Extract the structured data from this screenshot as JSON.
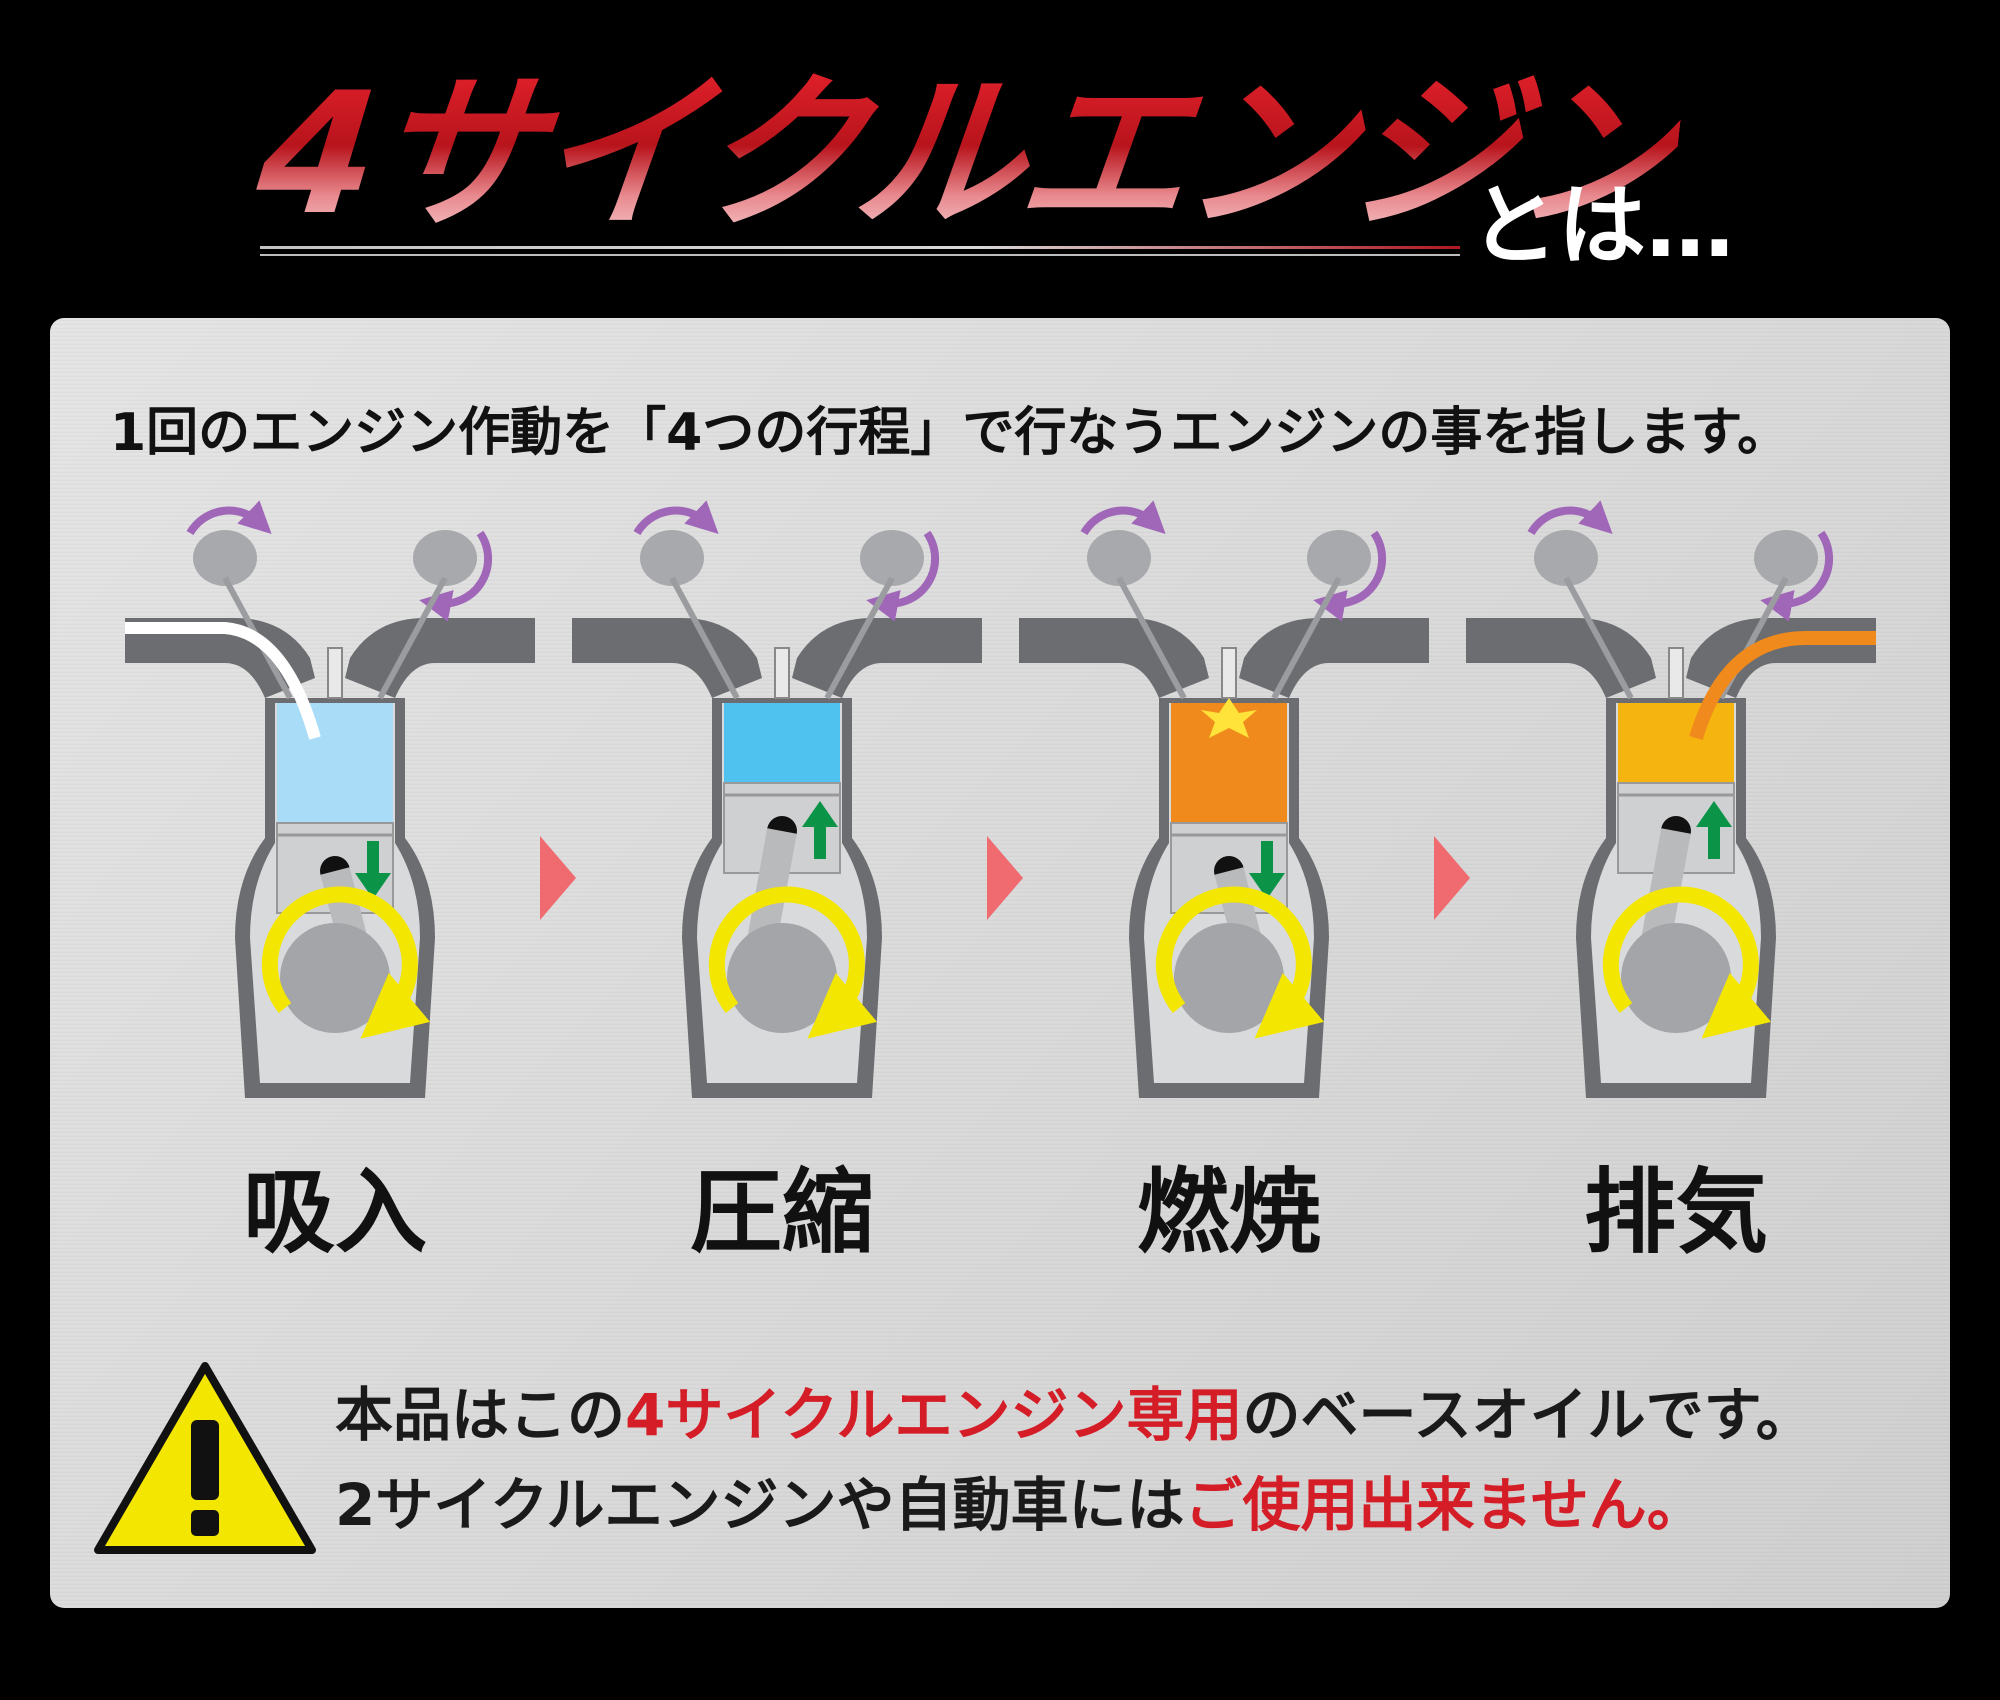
{
  "title": {
    "main": "4サイクルエンジン",
    "suffix": "とは…"
  },
  "lead": "1回のエンジン作動を「4つの行程」で行なうエンジンの事を指します。",
  "stages": [
    {
      "label": "吸入",
      "fill": "#a8dcf7",
      "piston": "down"
    },
    {
      "label": "圧縮",
      "fill": "#4fc2ef",
      "piston": "up"
    },
    {
      "label": "燃焼",
      "fill": "#f08a1c",
      "piston": "down"
    },
    {
      "label": "排気",
      "fill": "#f6b410",
      "piston": "up"
    }
  ],
  "notes": [
    {
      "a": "本品はこの",
      "b": "4サイクルエンジン専用",
      "c": "のベースオイルです。"
    },
    {
      "a": "2サイクルエンジンや自動車には",
      "b": "ご使用出来ません。",
      "c": ""
    }
  ],
  "colors": {
    "accent_red": "#d41d26",
    "arrow_red": "#ef6b6f",
    "cam_arrow": "#a067b8",
    "crank_arrow": "#f3e600",
    "piston_arrow": "#0b9447",
    "engine_gray": "#6b6d70"
  }
}
